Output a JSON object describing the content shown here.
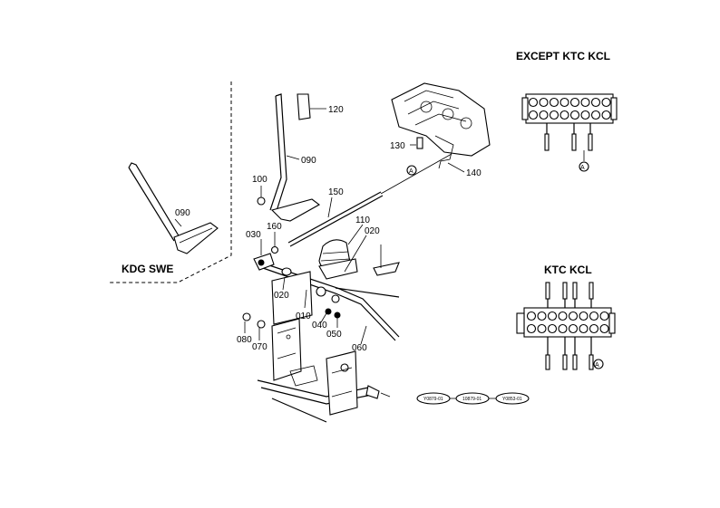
{
  "labels": {
    "p120": "120",
    "p090_main": "090",
    "p090_kdg": "090",
    "p100": "100",
    "p150": "150",
    "p130": "130",
    "p140": "140",
    "p110": "110",
    "p020_top": "020",
    "p030": "030",
    "p160": "160",
    "p020_left": "020",
    "p010": "010",
    "p040": "040",
    "p050": "050",
    "p060": "060",
    "p080": "080",
    "p070": "070",
    "marker_a": "A"
  },
  "headers": {
    "kdg_swe": "KDG SWE",
    "except_ktc_kcl": "EXCEPT KTC KCL",
    "ktc_kcl": "KTC KCL"
  },
  "refs": [
    "Y0879-01",
    "10879-01",
    "Y0853-01"
  ]
}
